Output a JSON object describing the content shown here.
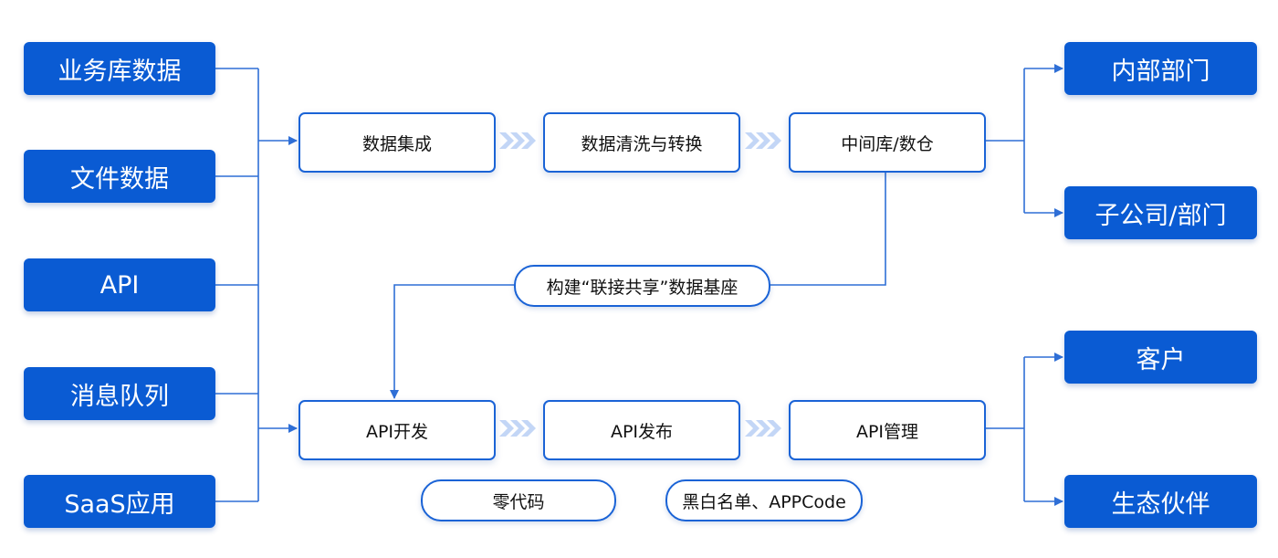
{
  "sources": [
    "业务库数据",
    "文件数据",
    "API",
    "消息队列",
    "SaaS应用"
  ],
  "top_flow": [
    "数据集成",
    "数据清洗与转换",
    "中间库/数仓"
  ],
  "bottom_flow": [
    "API开发",
    "API发布",
    "API管理"
  ],
  "center_label": "构建“联接共享”数据基座",
  "features": [
    "零代码",
    "黑白名单、APPCode"
  ],
  "top_targets": [
    "内部部门",
    "子公司/部门"
  ],
  "bottom_targets": [
    "客户",
    "生态伙伴"
  ],
  "colors": {
    "primary": "#0a5bd3",
    "line": "#2f6fd6",
    "chevron": "#c3d6f6"
  }
}
